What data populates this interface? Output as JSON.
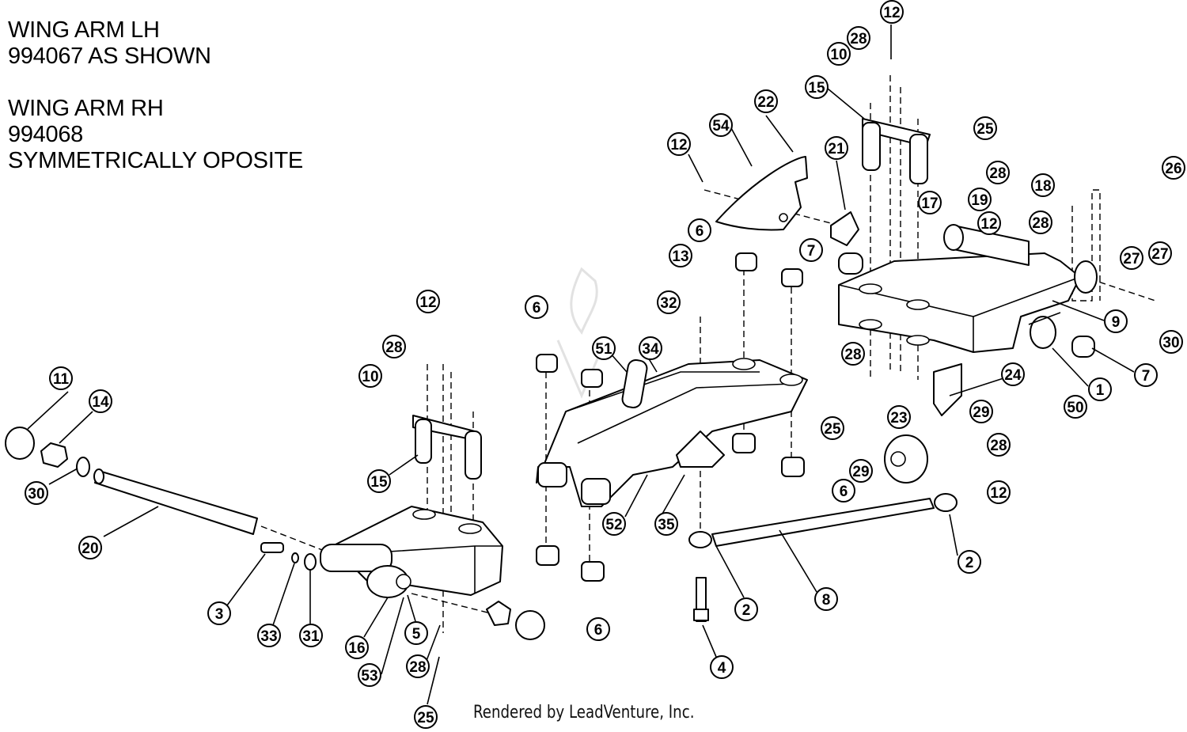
{
  "title_lines": [
    "WING ARM LH",
    "994067 AS SHOWN",
    "",
    "WING ARM RH",
    "994068",
    "SYMMETRICALLY OPOSITE"
  ],
  "footer": "Rendered by LeadVenture, Inc.",
  "callout_numbers": [
    "12",
    "28",
    "10",
    "15",
    "25",
    "28",
    "26",
    "22",
    "54",
    "12",
    "21",
    "17",
    "19",
    "18",
    "12",
    "28",
    "27",
    "27",
    "6",
    "7",
    "13",
    "32",
    "9",
    "30",
    "1",
    "7",
    "50",
    "28",
    "24",
    "25",
    "23",
    "29",
    "28",
    "29",
    "12",
    "6",
    "2",
    "8",
    "2",
    "4",
    "12",
    "28",
    "10",
    "15",
    "6",
    "51",
    "34",
    "6",
    "11",
    "14",
    "30",
    "20",
    "3",
    "33",
    "31",
    "16",
    "5",
    "53",
    "28",
    "25",
    "52",
    "35",
    "6"
  ],
  "colors": {
    "ink": "#000000",
    "paper": "#ffffff",
    "watermark": "#cfcfcf"
  }
}
